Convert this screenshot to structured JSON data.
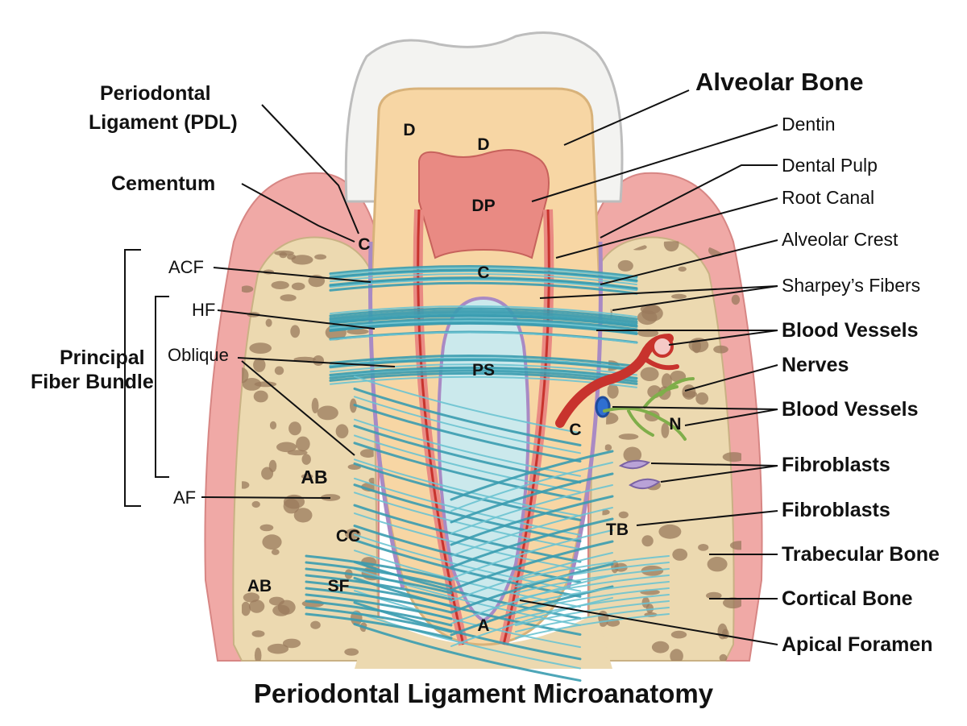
{
  "title": "Periodontal Ligament Microanatomy",
  "labels_left": {
    "pdl": [
      "Periodontal",
      "Ligament (PDL)"
    ],
    "cementum": "Cementum",
    "acf": "ACF",
    "hf": "HF",
    "oblique": "Oblique",
    "principal": [
      "Principal",
      "Fiber Bundle"
    ],
    "af": "AF"
  },
  "labels_right": {
    "alveolar_bone": "Alveolar Bone",
    "dentin": "Dentin",
    "dental_pulp": "Dental Pulp",
    "root_canal": "Root Canal",
    "alveolar_crest": "Alveolar Crest",
    "sharpeys": "Sharpey’s Fibers",
    "blood_vessels_1": "Blood Vessels",
    "nerves": "Nerves",
    "blood_vessels_2": "Blood Vessels",
    "fibroblasts_1": "Fibroblasts",
    "fibroblasts_2": "Fibroblasts",
    "trabecular": "Trabecular Bone",
    "cortical": "Cortical Bone",
    "apical": "Apical Foramen"
  },
  "inline": {
    "d1": "D",
    "d2": "D",
    "dp": "DP",
    "c_left": "C",
    "c_center": "C",
    "c_right": "C",
    "ps": "PS",
    "n": "N",
    "ab1": "AB",
    "ab2": "AB",
    "cc": "CC",
    "sf": "SF",
    "tb": "TB",
    "a": "A"
  },
  "colors": {
    "enamel": "#f3f3f1",
    "dentin": "#f7d6a4",
    "pulp": "#e98a83",
    "gingiva": "#f0a9a6",
    "bone": "#ecd9b0",
    "bone_pore": "#9a7a5c",
    "pdl_fiber": "#3a9cb0",
    "pulp_space": "#cbe9ec",
    "artery": "#c8332d",
    "nerve": "#7fae4a"
  }
}
